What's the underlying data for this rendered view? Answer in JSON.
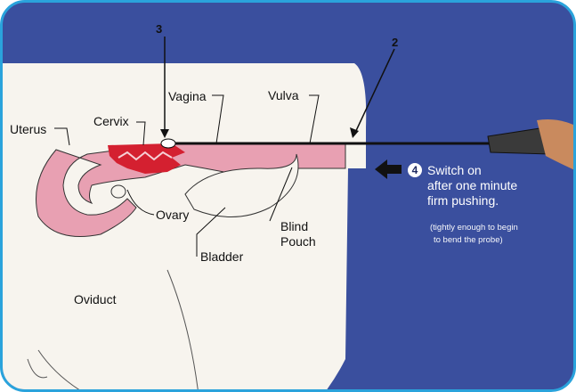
{
  "labels": {
    "uterus": "Uterus",
    "cervix": "Cervix",
    "vagina": "Vagina",
    "vulva": "Vulva",
    "ovary": "Ovary",
    "blind_pouch_1": "Blind",
    "blind_pouch_2": "Pouch",
    "bladder": "Bladder",
    "oviduct": "Oviduct"
  },
  "steps": {
    "step2": "2",
    "step3": "3",
    "step4": "4"
  },
  "instruction": {
    "line1": "Switch on",
    "line2": "after one minute",
    "line3": "firm pushing.",
    "note1": "(tightly enough to begin",
    "note2": "to bend the probe)"
  },
  "colors": {
    "background": "#3a4f9e",
    "frame_border": "#2aa3dc",
    "tract_pink": "#e8a0b2",
    "cervix_red": "#d42030"
  }
}
